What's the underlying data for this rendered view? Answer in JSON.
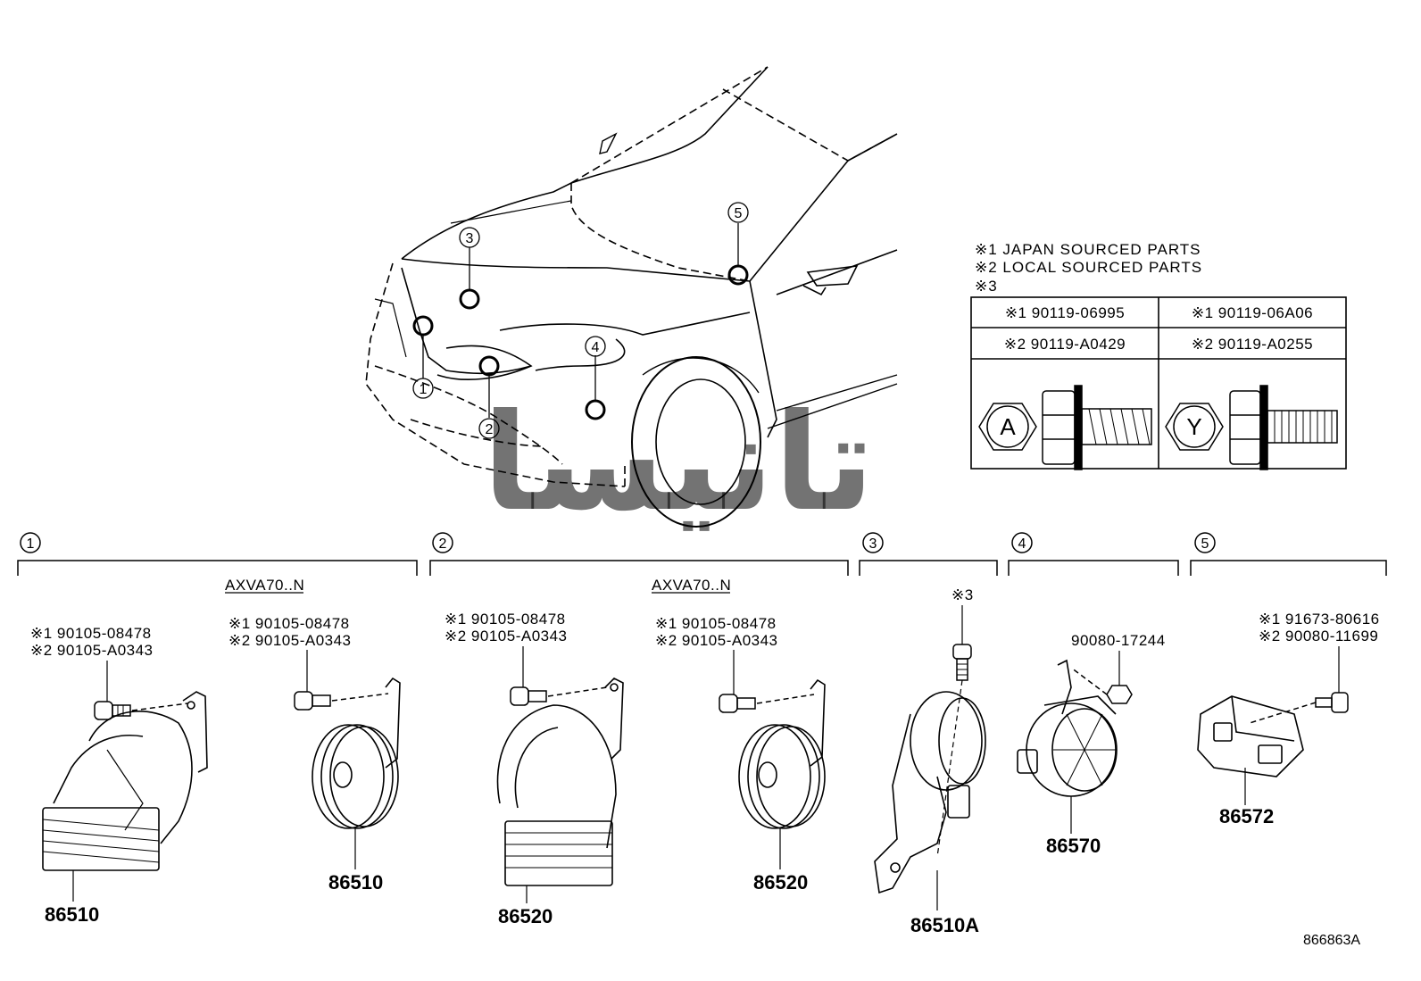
{
  "legend": {
    "note1": "※1 JAPAN SOURCED PARTS",
    "note2": "※2 LOCAL SOURCED PARTS",
    "note3": "※3"
  },
  "bolt_table": {
    "col_a": {
      "japan": "※1 90119-06995",
      "local": "※2 90119-A0429",
      "mark": "A"
    },
    "col_y": {
      "japan": "※1 90119-06A06",
      "local": "※2 90119-A0255",
      "mark": "Y"
    }
  },
  "callouts": [
    "1",
    "2",
    "3",
    "4",
    "5"
  ],
  "watermark": "تانیسا",
  "sections": {
    "s1": {
      "number": "1",
      "condition": "AXVA70..N",
      "left": {
        "bolt1": "※1 90105-08478",
        "bolt2": "※2 90105-A0343",
        "part": "86510"
      },
      "right": {
        "bolt1": "※1 90105-08478",
        "bolt2": "※2 90105-A0343",
        "part": "86510"
      }
    },
    "s2": {
      "number": "2",
      "condition": "AXVA70..N",
      "left": {
        "bolt1": "※1 90105-08478",
        "bolt2": "※2 90105-A0343",
        "part": "86520"
      },
      "right": {
        "bolt1": "※1 90105-08478",
        "bolt2": "※2 90105-A0343",
        "part": "86520"
      }
    },
    "s3": {
      "number": "3",
      "bolt": "※3",
      "part": "86510A"
    },
    "s4": {
      "number": "4",
      "nut": "90080-17244",
      "part": "86570"
    },
    "s5": {
      "number": "5",
      "bolt1": "※1 91673-80616",
      "bolt2": "※2 90080-11699",
      "part": "86572"
    }
  },
  "figure_id": "866863A"
}
